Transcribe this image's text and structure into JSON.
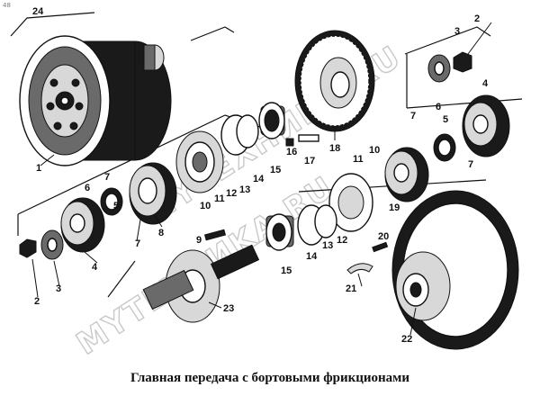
{
  "corner_mark": "48",
  "watermarks": [
    "MYTEXHИKA.RU",
    "MYTEXHИKA.RU"
  ],
  "caption": "Главная передача с бортовыми фрикционами",
  "labels": {
    "n1": "1",
    "n2a": "2",
    "n2b": "2",
    "n3a": "3",
    "n3b": "3",
    "n4a": "4",
    "n4b": "4",
    "n5a": "5",
    "n5b": "5",
    "n6a": "6",
    "n6b": "6",
    "n7a": "7",
    "n7b": "7",
    "n7c": "7",
    "n7d": "7",
    "n8": "8",
    "n9": "9",
    "n10a": "10",
    "n10b": "10",
    "n11a": "11",
    "n11b": "11",
    "n12a": "12",
    "n12b": "12",
    "n13a": "13",
    "n13b": "13",
    "n14a": "14",
    "n14b": "14",
    "n15a": "15",
    "n15b": "15",
    "n16": "16",
    "n17": "17",
    "n18": "18",
    "n19": "19",
    "n20": "20",
    "n21": "21",
    "n22": "22",
    "n23": "23",
    "n24": "24"
  }
}
